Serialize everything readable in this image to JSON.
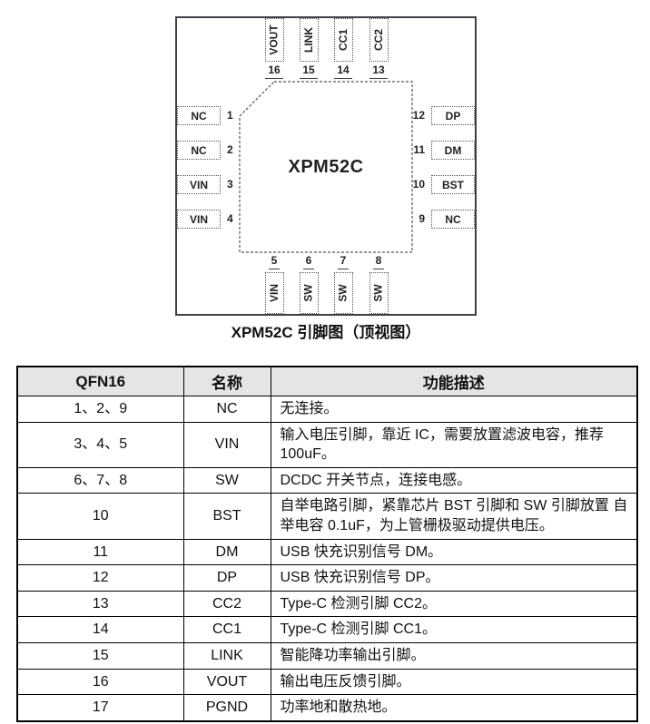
{
  "diagram": {
    "chip_label": "XPM52C",
    "caption": "XPM52C 引脚图（顶视图）",
    "pins_top": [
      {
        "number": "16",
        "name": "VOUT"
      },
      {
        "number": "15",
        "name": "LINK"
      },
      {
        "number": "14",
        "name": "CC1"
      },
      {
        "number": "13",
        "name": "CC2"
      }
    ],
    "pins_left": [
      {
        "number": "1",
        "name": "NC"
      },
      {
        "number": "2",
        "name": "NC"
      },
      {
        "number": "3",
        "name": "VIN"
      },
      {
        "number": "4",
        "name": "VIN"
      }
    ],
    "pins_right": [
      {
        "number": "12",
        "name": "DP"
      },
      {
        "number": "11",
        "name": "DM"
      },
      {
        "number": "10",
        "name": "BST"
      },
      {
        "number": "9",
        "name": "NC"
      }
    ],
    "pins_bottom": [
      {
        "number": "5",
        "name": "VIN"
      },
      {
        "number": "6",
        "name": "SW"
      },
      {
        "number": "7",
        "name": "SW"
      },
      {
        "number": "8",
        "name": "SW"
      }
    ]
  },
  "table": {
    "headers": [
      "QFN16",
      "名称",
      "功能描述"
    ],
    "rows": [
      {
        "pin": "1、2、9",
        "name": "NC",
        "desc": "无连接。"
      },
      {
        "pin": "3、4、5",
        "name": "VIN",
        "desc": "输入电压引脚，靠近 IC，需要放置滤波电容，推荐 100uF。"
      },
      {
        "pin": "6、7、8",
        "name": "SW",
        "desc": "DCDC 开关节点，连接电感。"
      },
      {
        "pin": "10",
        "name": "BST",
        "desc": "自举电路引脚，紧靠芯片 BST 引脚和 SW 引脚放置 自举电容 0.1uF，为上管栅极驱动提供电压。"
      },
      {
        "pin": "11",
        "name": "DM",
        "desc": "USB 快充识别信号 DM。"
      },
      {
        "pin": "12",
        "name": "DP",
        "desc": "USB 快充识别信号 DP。"
      },
      {
        "pin": "13",
        "name": "CC2",
        "desc": "Type-C 检测引脚 CC2。"
      },
      {
        "pin": "14",
        "name": "CC1",
        "desc": "Type-C 检测引脚 CC1。"
      },
      {
        "pin": "15",
        "name": "LINK",
        "desc": "智能降功率输出引脚。"
      },
      {
        "pin": "16",
        "name": "VOUT",
        "desc": "输出电压反馈引脚。"
      },
      {
        "pin": "17",
        "name": "PGND",
        "desc": "功率地和散热地。"
      }
    ]
  },
  "colors": {
    "header_bg": "#e5e5e5",
    "line": "#3f3f46",
    "text": "#111111"
  }
}
